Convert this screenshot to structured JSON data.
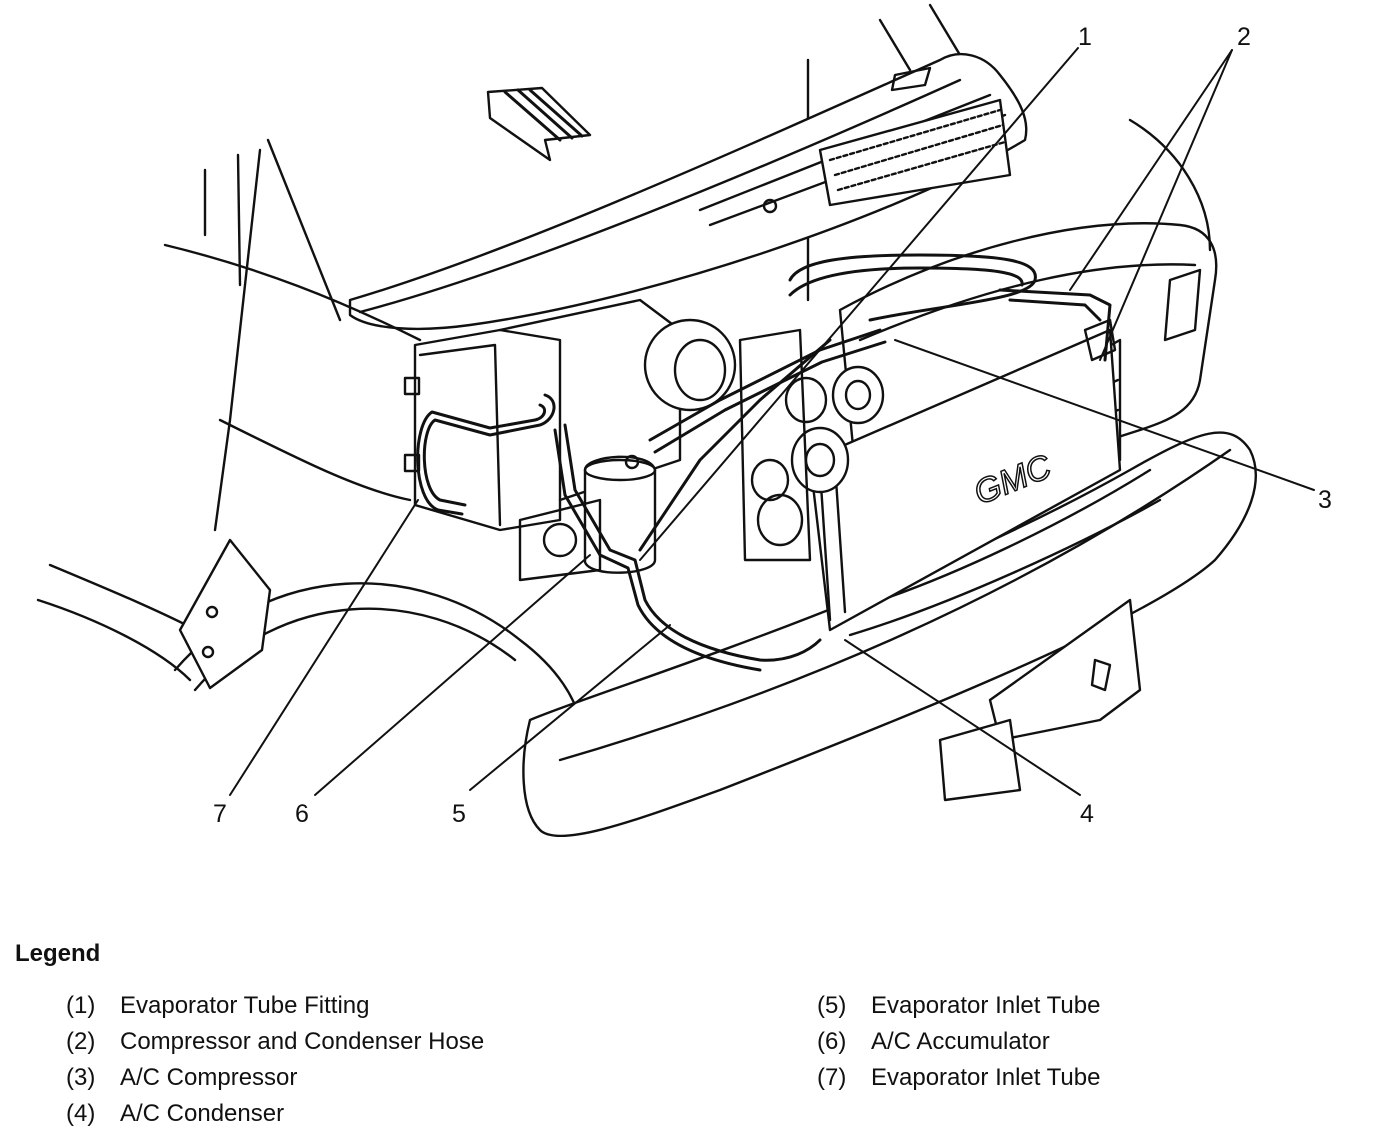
{
  "diagram": {
    "callouts": [
      {
        "number": "1"
      },
      {
        "number": "2"
      },
      {
        "number": "3"
      },
      {
        "number": "4"
      },
      {
        "number": "5"
      },
      {
        "number": "6"
      },
      {
        "number": "7"
      }
    ],
    "grille_badge": "GMC"
  },
  "legend": {
    "title": "Legend",
    "items": [
      {
        "num": "(1)",
        "label": "Evaporator Tube Fitting"
      },
      {
        "num": "(2)",
        "label": "Compressor and Condenser Hose"
      },
      {
        "num": "(3)",
        "label": "A/C Compressor"
      },
      {
        "num": "(4)",
        "label": "A/C Condenser"
      },
      {
        "num": "(5)",
        "label": "Evaporator Inlet Tube"
      },
      {
        "num": "(6)",
        "label": "A/C Accumulator"
      },
      {
        "num": "(7)",
        "label": "Evaporator Inlet Tube"
      }
    ]
  }
}
